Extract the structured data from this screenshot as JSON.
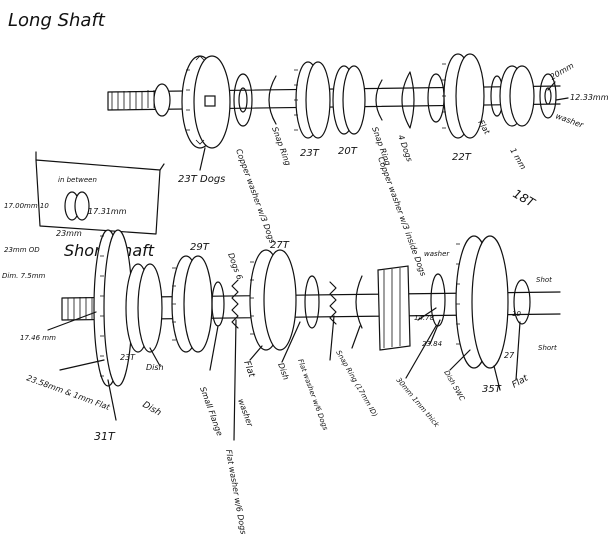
{
  "title": "Long Shaft",
  "long_shaft": {
    "labels": {
      "l23t_dogs": "23T Dogs",
      "copper_washer": "Copper washer w/3 Dogs",
      "snap_ring_1": "Snap Ring",
      "g23t": "23T",
      "g20t": "20T",
      "snap_ring_2": "Snap Ring",
      "dogs_4": "4 Dogs",
      "copper_washer_2": "Copper washer w/3 inside Dogs",
      "g22t": "22T",
      "flat": "Flat",
      "one_mm": "1 mm",
      "g18t": "18T",
      "washer": "washer",
      "d2033": "12.33mm",
      "d20mm": "20mm"
    }
  },
  "inset": {
    "in_between": "in between",
    "d1731": "17.31mm",
    "d23": "23mm",
    "d1700": "17.00mm 10",
    "d23od": "23mm OD",
    "dim": "Dim. 7.5mm"
  },
  "short_shaft": {
    "title": "Short Shaft",
    "labels": {
      "g29t": "29T",
      "dogs_6": "Dogs 6",
      "g27t": "27T",
      "d1746": "17.46 mm",
      "d2358": "23.58mm & 1mm Flat",
      "g23t": "23T",
      "dish": "Dish",
      "dish2": "Dish",
      "g31t": "31T",
      "small_flange": "Small Flange",
      "flat_washer_6": "Flat washer w/6 Dogs",
      "washer": "washer",
      "flat": "Flat",
      "dish3": "Dish",
      "flat_washer_6_2": "Flat washer w/6 Dogs",
      "snap_ring": "Snap Ring (17mm ID)",
      "washer2": "washer",
      "d1478": "14.78",
      "d2384": "23.84",
      "d30": "30mm 1mm thick",
      "dish_swc": "Dish SWC",
      "g35t": "35T",
      "flat2": "Flat",
      "d27": "27",
      "d10": "10",
      "shot": "Shot",
      "short": "Short"
    }
  }
}
